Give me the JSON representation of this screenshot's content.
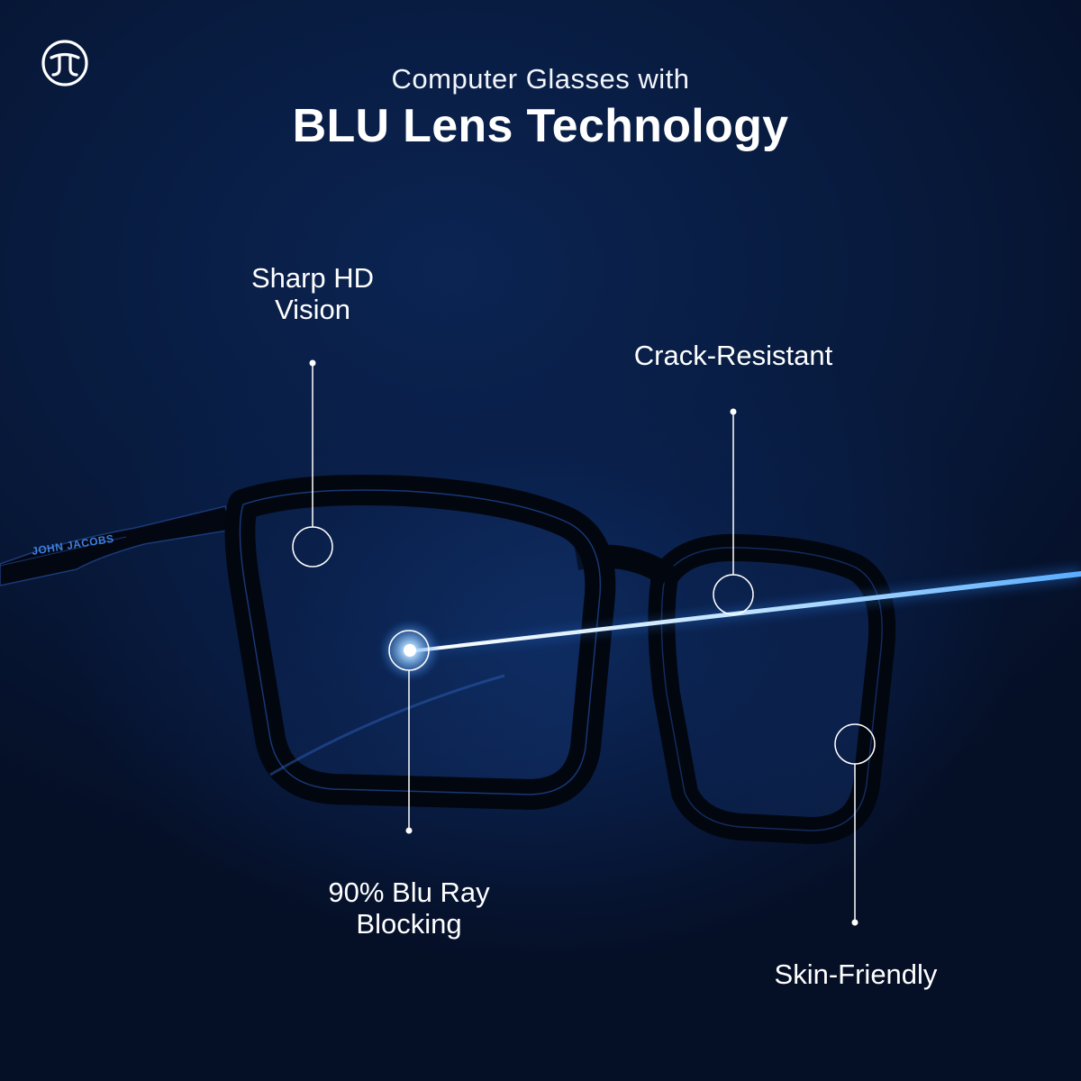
{
  "header": {
    "subtitle": "Computer Glasses with",
    "title": "BLU Lens Technology"
  },
  "brand": {
    "logo_icon": "john-jacobs-monogram-icon",
    "temple_text": "JOHN JACOBS"
  },
  "features": [
    {
      "label": "Sharp HD\nVision"
    },
    {
      "label": "Crack-Resistant"
    },
    {
      "label": "90% Blu Ray\nBlocking"
    },
    {
      "label": "Skin-Friendly"
    }
  ],
  "colors": {
    "background": "#081b3f",
    "beam": "#7fc4ff",
    "text": "#ffffff"
  }
}
